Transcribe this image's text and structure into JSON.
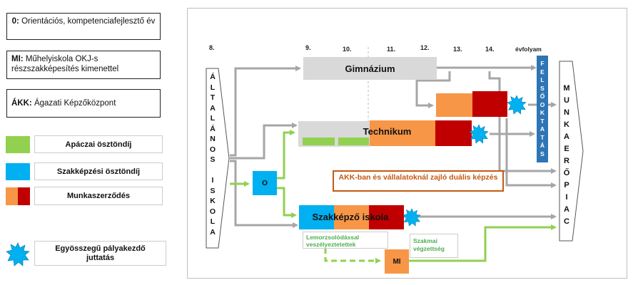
{
  "legend": {
    "orientation_code": "0:",
    "orientation_text": "Orientációs, kompetenciafejlesztő év",
    "mi_code": "MI:",
    "mi_text": "Műhelyiskola OKJ-s részszakképesítés kimenettel",
    "akk_code": "ÁKK:",
    "akk_text": "Ágazati Képzőközpont",
    "apaczai": "Apáczai ösztöndíj",
    "szakkepzesi": "Szakképzési ösztöndíj",
    "munkaszerzodes": "Munkaszerződés",
    "egyosszegu": "Egyösszegű pályakezdő juttatás"
  },
  "colors": {
    "green": "#92d050",
    "blue": "#00b0f0",
    "orange": "#f79646",
    "red": "#c00000",
    "gray": "#d9d9d9",
    "arrow_gray": "#a6a6a6",
    "dark_blue": "#2e75b6",
    "akk_border": "#c55a11"
  },
  "grades": {
    "g8": "8.",
    "g9": "9.",
    "g10": "10.",
    "g11": "11.",
    "g12": "12.",
    "g13": "13.",
    "g14": "14.",
    "evfolyam": "évfolyam"
  },
  "altalanos_iskola": [
    "Á",
    "L",
    "T",
    "A",
    "L",
    "Á",
    "N",
    "O",
    "S",
    "",
    "I",
    "S",
    "K",
    "O",
    "L",
    "A"
  ],
  "felsooktatas": [
    "F",
    "E",
    "L",
    "S",
    "Ő",
    "O",
    "K",
    "T",
    "A",
    "T",
    "Á",
    "S"
  ],
  "munkaeropiac": [
    "M",
    "U",
    "N",
    "K",
    "A",
    "E",
    "R",
    "Ő",
    "P",
    "I",
    "A",
    "C"
  ],
  "nodes": {
    "gimnazium": "Gimnázium",
    "technikum": "Technikum",
    "szakkepzo": "Szakképző iskola",
    "orientation": "O",
    "mi": "MI",
    "akk": "AKK-ban és vállalatoknál zajló duális képzés",
    "lemorzsolodas": "Lemorzsolódással veszélyeztetettek",
    "szakmai": "Szakmai végzettség"
  }
}
